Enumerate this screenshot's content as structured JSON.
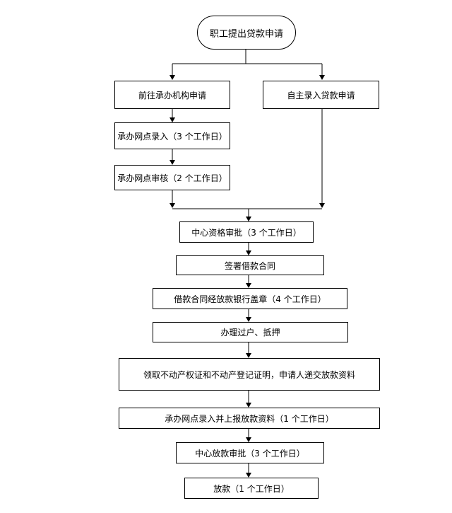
{
  "nodes": {
    "start": "职工提出贷款申请",
    "branch_left": "前往承办机构申请",
    "branch_right": "自主录入贷款申请",
    "left_step1": "承办网点录入（3 个工作日）",
    "left_step2": "承办网点审核（2 个工作日）",
    "center_review": "中心资格审批（3 个工作日）",
    "sign_contract": "签署借款合同",
    "bank_seal": "借款合同经放款银行盖章（4 个工作日）",
    "transfer_mortgage": "办理过户、抵押",
    "submit_docs": "领取不动产权证和不动产登记证明，申请人递交放款资料",
    "report_docs": "承办网点录入并上报放款资料（1 个工作日）",
    "center_loan_review": "中心放款审批（3 个工作日）",
    "disburse": "放款（1 个工作日）"
  }
}
